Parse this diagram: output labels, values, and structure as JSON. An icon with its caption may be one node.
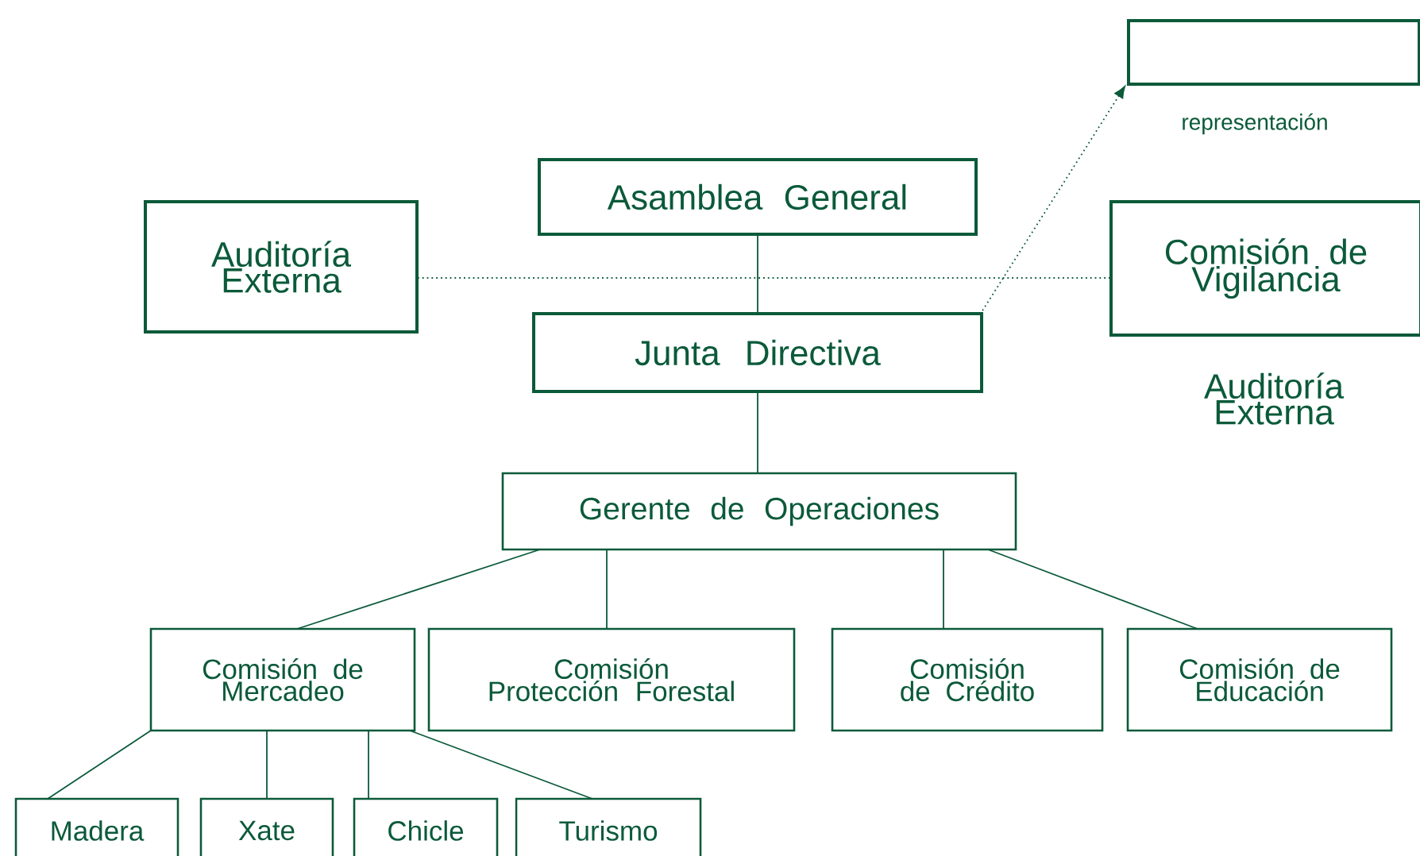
{
  "diagram": {
    "nodes": [
      {
        "text": [],
        "shape": "box"
      },
      {
        "text": [
          "Asamblea General"
        ]
      },
      {
        "text": [
          "Auditoría Externa"
        ]
      },
      {
        "text": [
          "Comisión de Vigilancia"
        ],
        "beside": [
          "Auditoría Externa"
        ]
      },
      {
        "text": [
          "Junta Directiva"
        ]
      },
      {
        "text": [
          "Gerente de Operaciones"
        ]
      },
      {
        "text": [
          "Comisión de Mercadeo"
        ]
      },
      {
        "text": [
          "Comisión Protección Forestal"
        ]
      },
      {
        "text": [
          "Comisión de Crédito"
        ]
      },
      {
        "text": [
          "Comisión de Educación"
        ]
      },
      {
        "text": [
          "Madera"
        ]
      },
      {
        "text": [
          "Xate"
        ]
      },
      {
        "text": [
          "Chicle"
        ]
      },
      {
        "text": [
          "Turismo"
        ]
      }
    ],
    "edges": [
      {
        "from": 1,
        "to": 4,
        "arrow": "none"
      },
      {
        "from": 2,
        "to": 3,
        "arrow": "none",
        "style": "dashed"
      },
      {
        "from": 4,
        "to": 0,
        "arrow": "to",
        "style": "dashed",
        "label": "representación"
      },
      {
        "from": 4,
        "to": 5,
        "arrow": "none"
      },
      {
        "from": 5,
        "to": 6,
        "arrow": "none"
      },
      {
        "from": 5,
        "to": 7,
        "arrow": "none"
      },
      {
        "from": 5,
        "to": 8,
        "arrow": "none"
      },
      {
        "from": 5,
        "to": 9,
        "arrow": "none"
      },
      {
        "from": 6,
        "to": 10,
        "arrow": "none"
      },
      {
        "from": 6,
        "to": 11,
        "arrow": "none"
      },
      {
        "from": 6,
        "to": 12,
        "arrow": "none"
      },
      {
        "from": 6,
        "to": 13,
        "arrow": "none"
      }
    ]
  }
}
